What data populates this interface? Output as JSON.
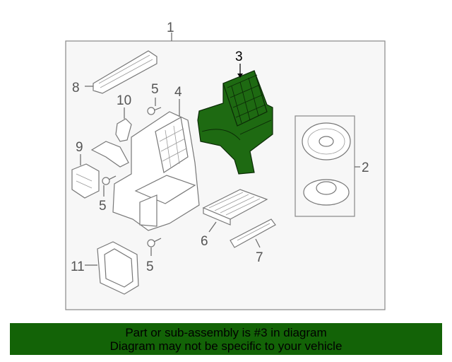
{
  "diagram": {
    "callouts": {
      "assembly": "1",
      "blower_motor": "2",
      "highlighted_part": "3",
      "housing": "4",
      "screw_a": "5",
      "screw_b": "5",
      "screw_c": "5",
      "filter": "6",
      "filter_cover": "7",
      "duct": "8",
      "resistor": "9",
      "actuator": "10",
      "gasket": "11"
    },
    "highlight_color": "#1e6a12"
  },
  "banner": {
    "line1": "Part or sub-assembly is #3 in diagram",
    "line2": "Diagram may not be specific to your vehicle",
    "color": "#136307"
  }
}
